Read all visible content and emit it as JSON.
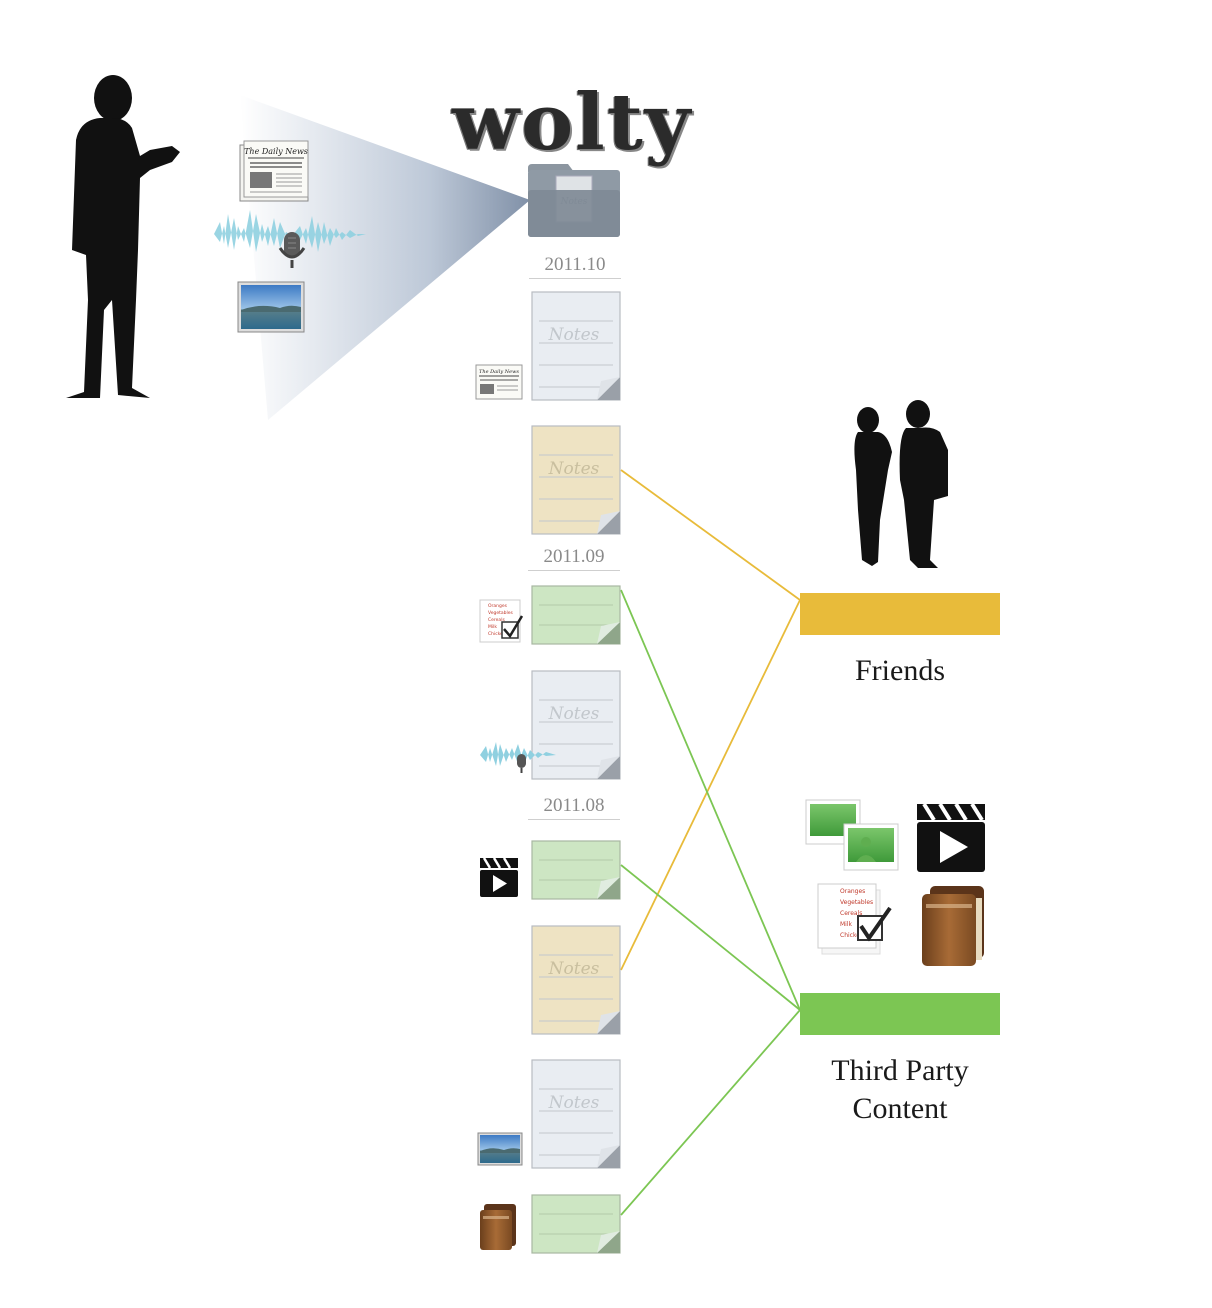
{
  "brand": {
    "name": "wolty"
  },
  "timeline": {
    "dates": [
      "2011.10",
      "2011.09",
      "2011.08"
    ],
    "note_label": "Notes"
  },
  "groups": {
    "friends": {
      "label": "Friends",
      "color": "#e8bb3a"
    },
    "third_party": {
      "label_line1": "Third Party",
      "label_line2": "Content",
      "color": "#7cc653"
    }
  },
  "newspaper": {
    "masthead": "The Daily News"
  },
  "checklist": {
    "items": [
      "Oranges",
      "Vegetables",
      "Cereals",
      "Milk",
      "Chicken"
    ]
  },
  "note_colors": {
    "grey": "#e9edf2",
    "yellow": "#eee3c3",
    "green": "#cde6c3"
  }
}
